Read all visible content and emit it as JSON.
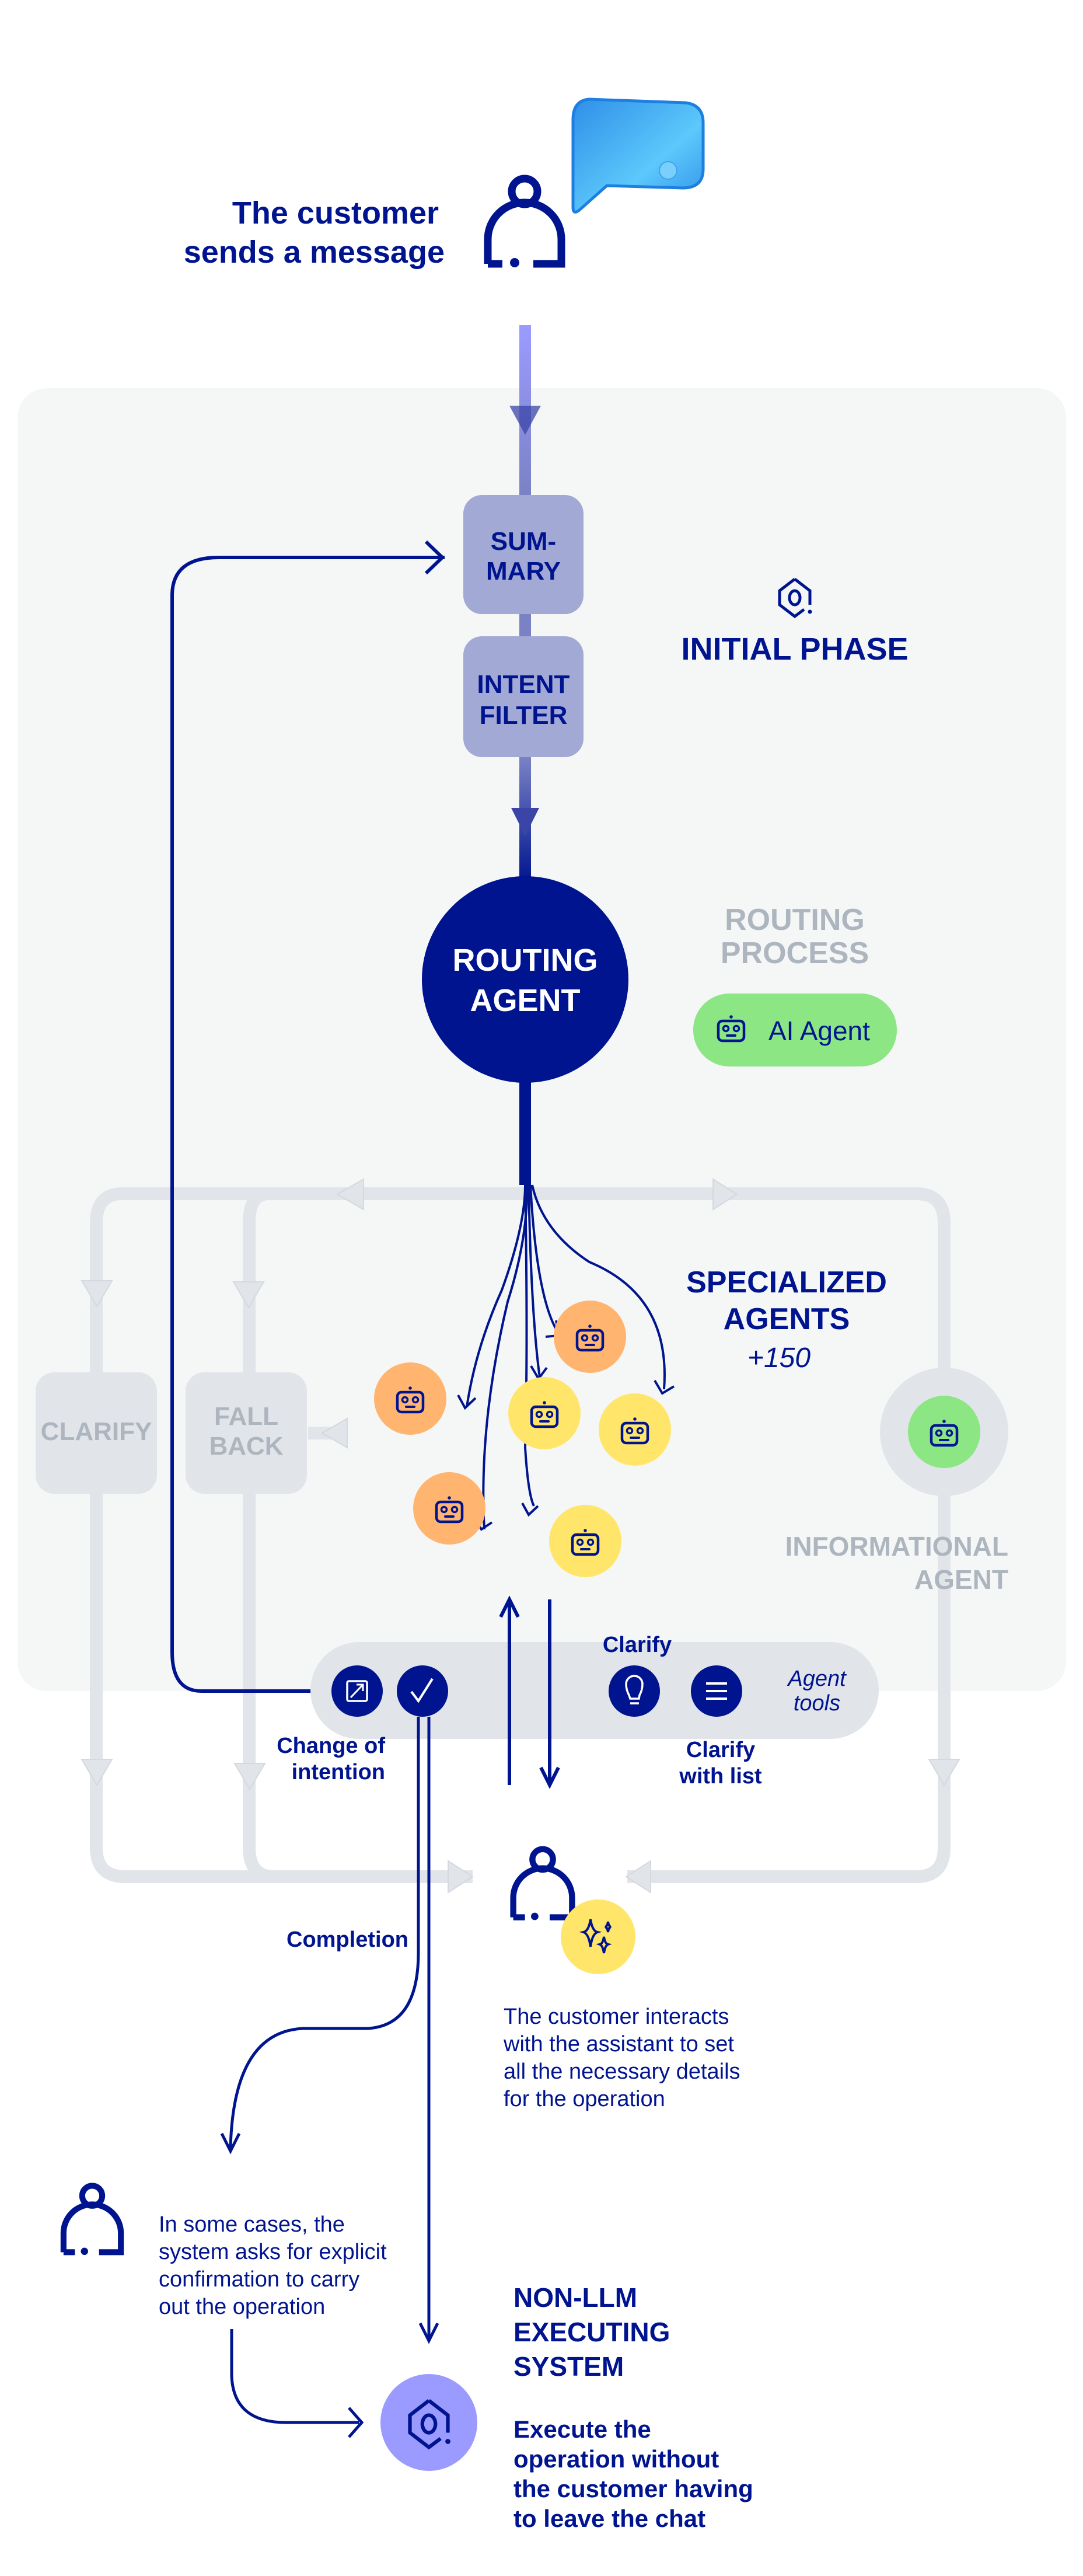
{
  "colors": {
    "navy": "#00148f",
    "panel_bg": "#f5f7f7",
    "grey_track": "#e1e4e9",
    "grey_text": "#adb5bf",
    "lavender_box": "#a2a9d4",
    "lavender_line": "#7a82c5",
    "green": "#8ce683",
    "orange": "#ffb56f",
    "yellow": "#ffe66b",
    "periwinkle": "#9b9bff",
    "bubble_blue": "#4ab6f5"
  },
  "header": {
    "title_line1": "The customer",
    "title_line2": "sends a message",
    "icons": [
      "person-icon",
      "speech-bubble-icon"
    ]
  },
  "initial_phase": {
    "label": "INITIAL PHASE",
    "icon": "hexagon-gear-icon",
    "steps": [
      {
        "line1": "SUM-",
        "line2": "MARY"
      },
      {
        "line1": "INTENT",
        "line2": "FILTER"
      }
    ]
  },
  "routing": {
    "agent_line1": "ROUTING",
    "agent_line2": "AGENT",
    "process_line1": "ROUTING",
    "process_line2": "PROCESS",
    "legend_label": "AI Agent",
    "legend_icon": "robot-icon"
  },
  "specialized": {
    "title_line1": "SPECIALIZED",
    "title_line2": "AGENTS",
    "count": "+150",
    "agents": [
      {
        "color": "orange"
      },
      {
        "color": "orange"
      },
      {
        "color": "yellow"
      },
      {
        "color": "yellow"
      },
      {
        "color": "orange"
      },
      {
        "color": "yellow"
      }
    ]
  },
  "side_boxes": {
    "clarify": "CLARIFY",
    "fallback_line1": "FALL",
    "fallback_line2": "BACK"
  },
  "informational": {
    "line1": "INFORMATIONAL",
    "line2": "AGENT"
  },
  "tools": {
    "label_line1": "Agent",
    "label_line2": "tools",
    "change_intention_line1": "Change of",
    "change_intention_line2": "intention",
    "clarify": "Clarify",
    "clarify_list_line1": "Clarify",
    "clarify_list_line2": "with list",
    "icons": [
      "external-link-icon",
      "checkmark-icon",
      "lightbulb-icon",
      "list-icon"
    ]
  },
  "interaction": {
    "text_lines": [
      "The customer interacts",
      "with the assistant to set",
      "all the necessary details",
      "for the operation"
    ],
    "icon": "sparkles-icon"
  },
  "completion": {
    "label": "Completion"
  },
  "confirmation": {
    "text_lines": [
      "In some cases, the",
      "system asks for explicit",
      "confirmation to carry",
      "out the operation"
    ]
  },
  "executing": {
    "title_lines": [
      "NON-LLM",
      "EXECUTING",
      "SYSTEM"
    ],
    "desc_lines": [
      "Execute the",
      "operation without",
      "the customer having",
      "to leave the chat"
    ]
  }
}
